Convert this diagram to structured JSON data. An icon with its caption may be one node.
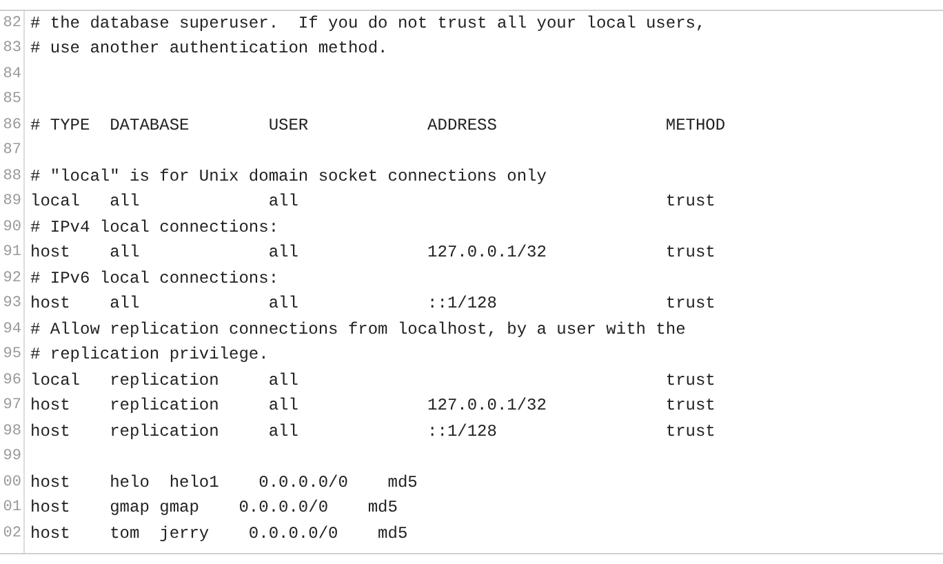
{
  "diagram": {
    "labels": [
      "82",
      "# the database superuser.  If you do not trust all your local users,",
      "83",
      "# use another authentication method.",
      "84",
      "85",
      "86",
      "# TYPE  DATABASE        USER            ADDRESS                 METHOD",
      "87",
      "88",
      "# \"local\" is for Unix domain socket connections only",
      "89",
      "local   all             all                                     trust",
      "90",
      "# IPv4 local connections:",
      "91",
      "host    all             all             127.0.0.1/32            trust",
      "92",
      "# IPv6 local connections:",
      "93",
      "host    all             all             ::1/128                 trust",
      "94",
      "# Allow replication connections from localhost, by a user with the",
      "95",
      "# replication privilege.",
      "96",
      "local   replication     all                                     trust",
      "97",
      "host    replication     all             127.0.0.1/32            trust",
      "98",
      "host    replication     all             ::1/128                 trust",
      "99",
      "00",
      "host    helo  helo1    0.0.0.0/0    md5",
      "01",
      "host    gmap gmap    0.0.0.0/0    md5",
      "02",
      "host    tom  jerry    0.0.0.0/0    md5"
    ]
  }
}
